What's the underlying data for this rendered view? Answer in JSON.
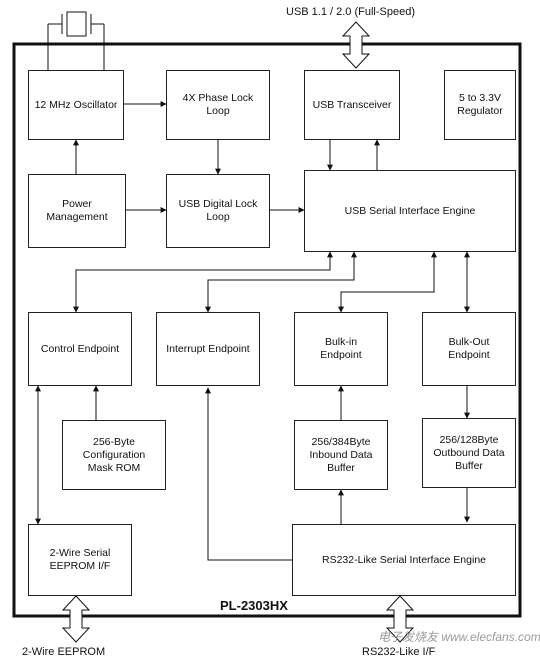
{
  "chip_name": "PL-2303HX",
  "external": {
    "usb": "USB 1.1 / 2.0 (Full-Speed)",
    "eeprom": "2-Wire EEPROM",
    "rs232": "RS232-Like I/F"
  },
  "blocks": {
    "oscillator": "12 MHz Oscillator",
    "pll": "4X Phase Lock\nLoop",
    "usb_transceiver": "USB Transceiver",
    "regulator": "5 to 3.3V\nRegulator",
    "power_mgmt": "Power\nManagement",
    "usb_dll": "USB Digital Lock\nLoop",
    "usb_sie": "USB Serial Interface Engine",
    "control_ep": "Control Endpoint",
    "interrupt_ep": "Interrupt Endpoint",
    "bulk_in_ep": "Bulk-in\nEndpoint",
    "bulk_out_ep": "Bulk-Out\nEndpoint",
    "config_rom": "256-Byte\nConfiguration\nMask ROM",
    "inbound_buf": "256/384Byte\nInbound Data\nBuffer",
    "outbound_buf": "256/128Byte\nOutbound Data\nBuffer",
    "eeprom_if": "2-Wire Serial\nEEPROM I/F",
    "rs232_sie": "RS232-Like Serial Interface Engine"
  },
  "watermark": "电子发烧友 www.elecfans.com"
}
